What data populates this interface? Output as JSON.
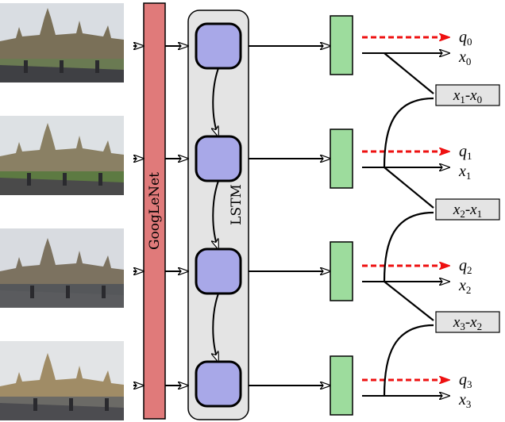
{
  "cnn_label": "GoogLeNet",
  "lstm_label": "LSTM",
  "photos": [
    {
      "name": "photo-frame-0",
      "sky": "#d9dde2",
      "building": "#7a7058",
      "ground": "#6a7a52",
      "road": "#3f4044"
    },
    {
      "name": "photo-frame-1",
      "sky": "#dde1e4",
      "building": "#8a8064",
      "ground": "#5d7a42",
      "road": "#4a4a4a"
    },
    {
      "name": "photo-frame-2",
      "sky": "#d8dbe0",
      "building": "#7c7260",
      "ground": "#55575a",
      "road": "#5a5b5e"
    },
    {
      "name": "photo-frame-3",
      "sky": "#e2e4e6",
      "building": "#a08c66",
      "ground": "#6b6a66",
      "road": "#4c4c50"
    }
  ],
  "outputs": [
    {
      "q_sym": "q",
      "q_sub": "0",
      "x_sym": "x",
      "x_sub": "0"
    },
    {
      "q_sym": "q",
      "q_sub": "1",
      "x_sym": "x",
      "x_sub": "1"
    },
    {
      "q_sym": "q",
      "q_sub": "2",
      "x_sym": "x",
      "x_sub": "2"
    },
    {
      "q_sym": "q",
      "q_sub": "3",
      "x_sym": "x",
      "x_sub": "3"
    }
  ],
  "diffs": [
    {
      "a": "x",
      "a_sub": "1",
      "sep": "-",
      "b": "x",
      "b_sub": "0"
    },
    {
      "a": "x",
      "a_sub": "2",
      "sep": "-",
      "b": "x",
      "b_sub": "1"
    },
    {
      "a": "x",
      "a_sub": "3",
      "sep": "-",
      "b": "x",
      "b_sub": "2"
    }
  ],
  "colors": {
    "cnn_fill": "#e07a7a",
    "lstm_container": "#e4e4e4",
    "lstm_cell": "#a8a8e8",
    "fc_block": "#9ddc9d",
    "q_arrow": "#ee1111",
    "diff_box": "#e4e4e4"
  }
}
